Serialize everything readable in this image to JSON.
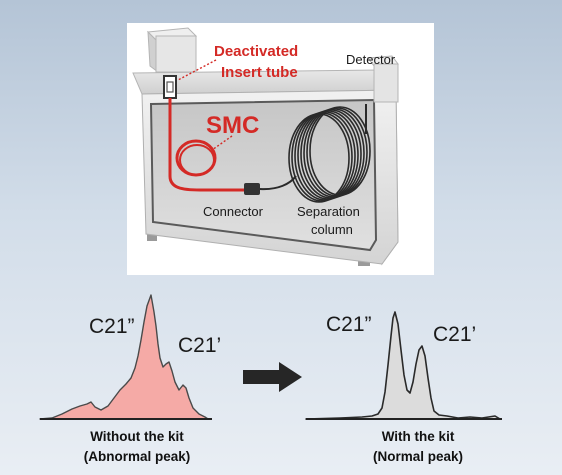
{
  "labels": {
    "deactivated_line1": "Deactivated",
    "deactivated_line2": "Insert tube",
    "detector": "Detector",
    "smc": "SMC",
    "connector": "Connector",
    "separation_line1": "Separation",
    "separation_line2": "column"
  },
  "peaks": {
    "without_kit": {
      "peak_a": "C21”",
      "peak_b": "C21’",
      "caption_line1": "Without the kit",
      "caption_line2": "(Abnormal peak)"
    },
    "with_kit": {
      "peak_a": "C21”",
      "peak_b": "C21’",
      "caption_line1": "With the kit",
      "caption_line2": "(Normal peak)"
    }
  },
  "colors": {
    "accent_red": "#d42a26",
    "abnormal_fill": "#f5aaa6",
    "normal_fill": "#dcdcdc"
  }
}
